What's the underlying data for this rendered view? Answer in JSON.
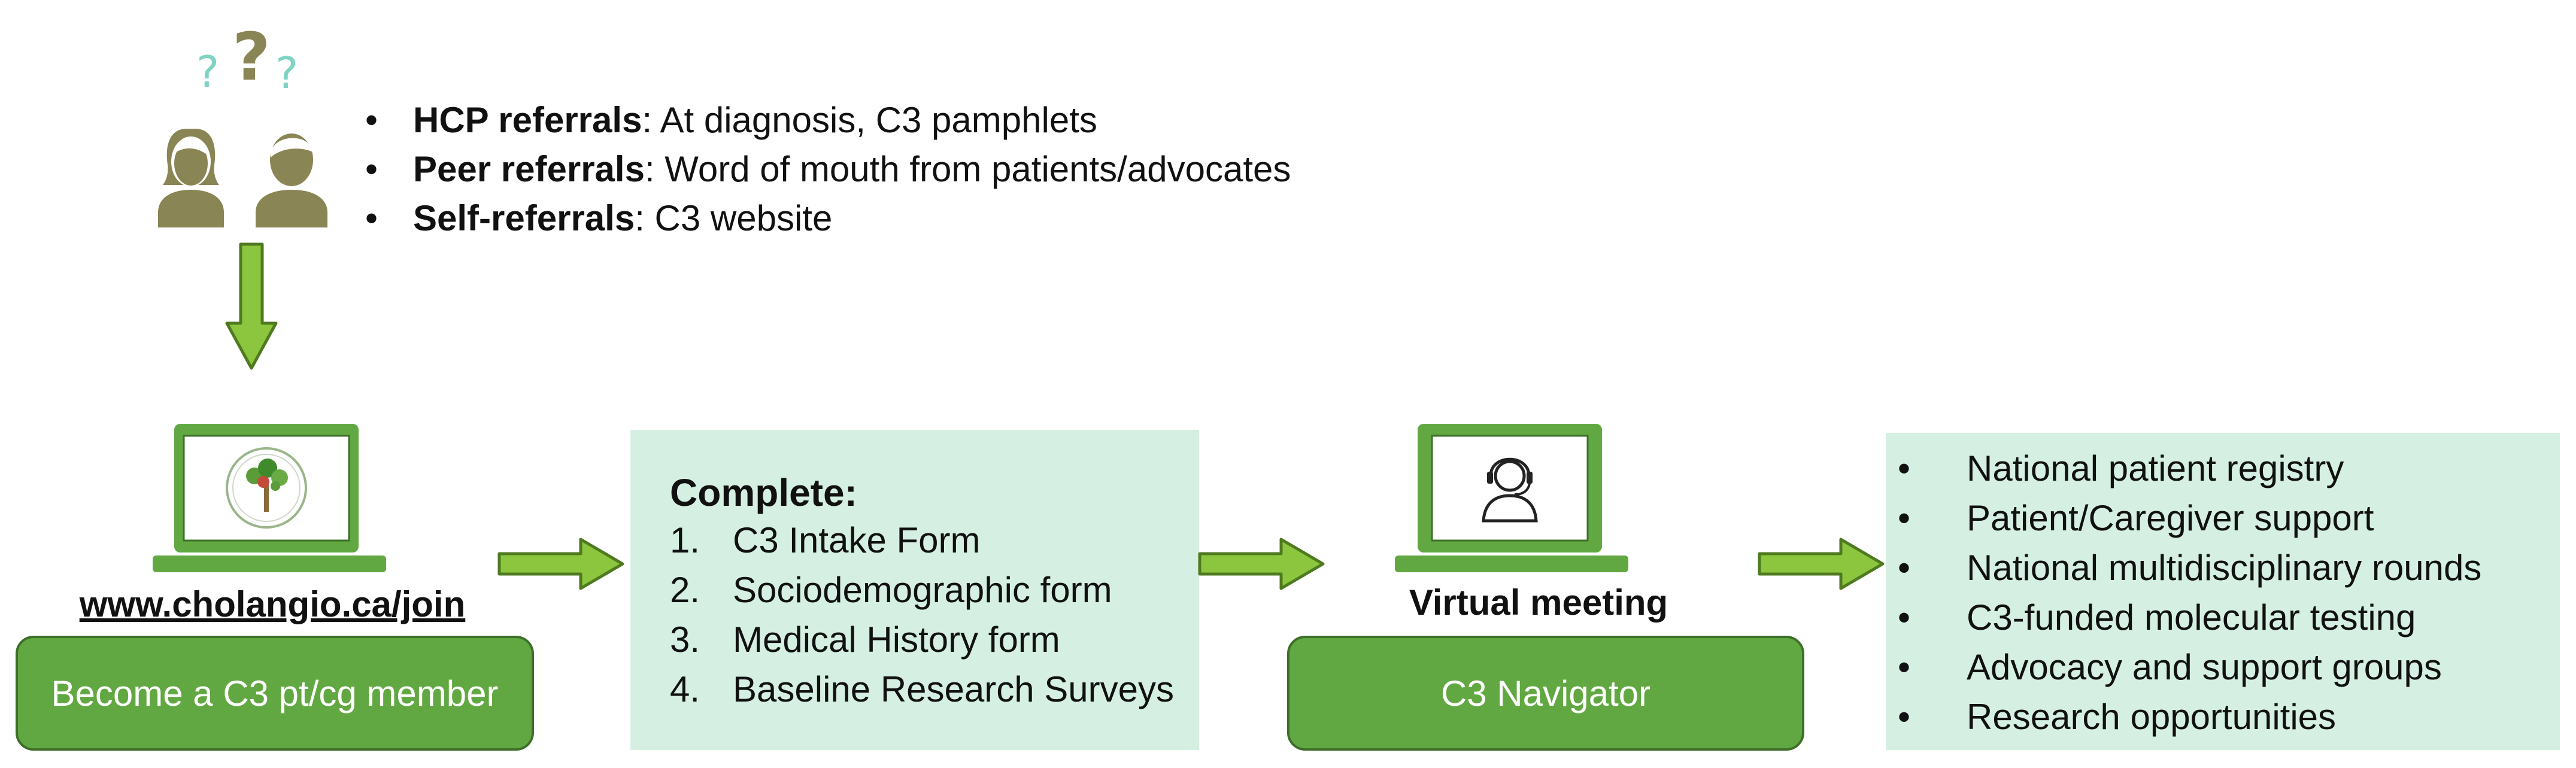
{
  "referrals": [
    {
      "bold": "HCP referrals",
      "text": ": At diagnosis, C3 pamphlets"
    },
    {
      "bold": "Peer referrals",
      "text": ": Word of mouth from patients/advocates"
    },
    {
      "bold": "Self-referrals",
      "text": ": C3 website"
    }
  ],
  "join": {
    "url": "www.cholangio.ca/join",
    "button_label": "Become a C3 pt/cg member"
  },
  "complete": {
    "title": "Complete:",
    "steps": [
      {
        "num": "1.",
        "label": "C3 Intake Form"
      },
      {
        "num": "2.",
        "label": "Sociodemographic form"
      },
      {
        "num": "3.",
        "label": "Medical History form"
      },
      {
        "num": "4.",
        "label": "Baseline Research Surveys"
      }
    ]
  },
  "meeting": {
    "label": "Virtual meeting",
    "button_label": "C3 Navigator"
  },
  "services": [
    "National patient registry",
    "Patient/Caregiver support",
    "National multidisciplinary rounds",
    "C3-funded molecular testing",
    "Advocacy and support groups",
    "Research opportunities"
  ],
  "colors": {
    "green": "#62a842",
    "dark_green": "#3e6f2a",
    "mint": "#d5f0e2",
    "olive": "#8a8554",
    "teal": "#7fd3c3"
  },
  "icons": [
    "question-marks-icon",
    "people-icon",
    "down-arrow-icon",
    "laptop-logo-icon",
    "laptop-headset-icon",
    "right-arrow-icon"
  ]
}
